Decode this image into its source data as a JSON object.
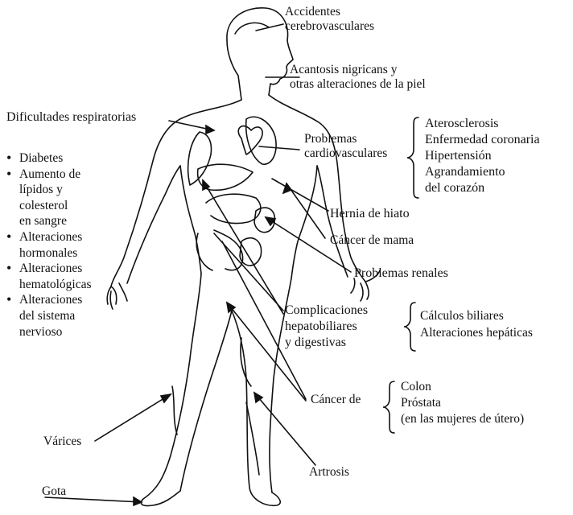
{
  "labels": {
    "accidentes": [
      "Accidentes",
      "cerebrovasculares"
    ],
    "acantosis": [
      "Acantosis nigricans y",
      "otras alteraciones de la piel"
    ],
    "respiratorias": "Dificultades respiratorias",
    "cardio": [
      "Problemas",
      "cardiovasculares"
    ],
    "cardio_list": [
      "Aterosclerosis",
      "Enfermedad coronaria",
      "Hipertensión",
      "Agrandamiento",
      "del corazón"
    ],
    "hernia": "Hernia de hiato",
    "mama": "Cáncer de mama",
    "renales": "Problemas renales",
    "hepato": [
      "Complicaciones",
      "hepatobiliares",
      "y digestivas"
    ],
    "hepato_list": [
      "Cálculos biliares",
      "Alteraciones hepáticas"
    ],
    "cancer": "Cáncer de",
    "cancer_list": [
      "Colon",
      "Próstata",
      "(en las mujeres de útero)"
    ],
    "varices": "Várices",
    "artrosis": "Artrosis",
    "gota": "Gota"
  },
  "left_list": [
    [
      "Diabetes"
    ],
    [
      "Aumento de",
      "lípidos y",
      "colesterol",
      "en sangre"
    ],
    [
      "Alteraciones",
      "hormonales"
    ],
    [
      "Alteraciones",
      "hematológicas"
    ],
    [
      "Alteraciones",
      "del sistema",
      "nervioso"
    ]
  ]
}
